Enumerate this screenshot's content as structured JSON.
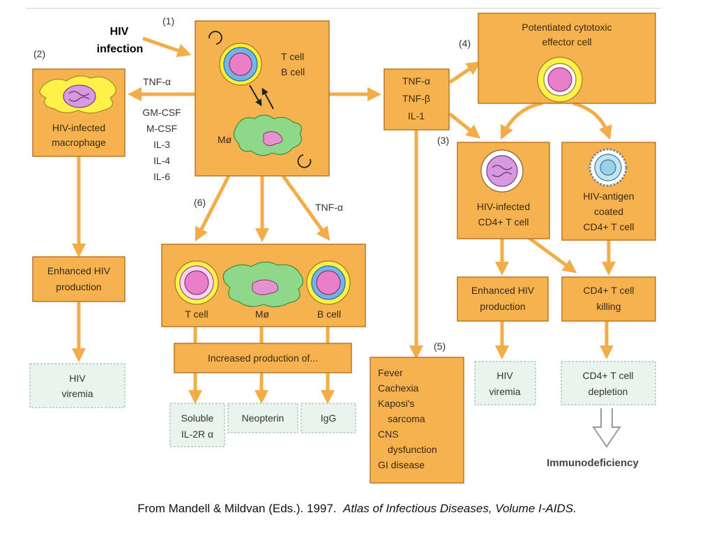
{
  "label_hiv_infection_1": "HIV",
  "label_hiv_infection_2": "infection",
  "step1": "(1)",
  "step2": "(2)",
  "step3": "(3)",
  "step4": "(4)",
  "step5": "(5)",
  "step6": "(6)",
  "center_box": {
    "tcell": "T cell",
    "bcell": "B cell",
    "macrophage": "Mø"
  },
  "tnf_alpha": "TNF-α",
  "cytokines_left": [
    "GM-CSF",
    "M-CSF",
    "IL-3",
    "IL-4",
    "IL-6"
  ],
  "macrophage_box": [
    "HIV-infected",
    "macrophage"
  ],
  "enhanced_left": [
    "Enhanced HIV",
    "production"
  ],
  "viremia_left": [
    "HIV",
    "viremia"
  ],
  "cytokine_box": [
    "TNF-α",
    "TNF-β",
    "IL-1"
  ],
  "cytotoxic_box": [
    "Potentiated cytotoxic",
    "effector cell"
  ],
  "infected_cd4": [
    "HIV-infected",
    "CD4+ T cell"
  ],
  "antigen_cd4": [
    "HIV-antigen",
    "coated",
    "CD4+ T cell"
  ],
  "enhanced_right": [
    "Enhanced HIV",
    "production"
  ],
  "killing": [
    "CD4+ T cell",
    "killing"
  ],
  "viremia_right": [
    "HIV",
    "viremia"
  ],
  "depletion": [
    "CD4+ T cell",
    "depletion"
  ],
  "immunodeficiency": "Immunodeficiency",
  "tnf_alpha_lower": "TNF-α",
  "lower_box": {
    "tcell": "T cell",
    "macrophage": "Mø",
    "bcell": "B cell"
  },
  "increased": "Increased production of...",
  "soluble": [
    "Soluble",
    "IL-2R α"
  ],
  "neopterin": "Neopterin",
  "igg": "IgG",
  "symptoms": [
    "Fever",
    "Cachexia",
    "Kaposi's",
    "sarcoma",
    "CNS",
    "dysfunction",
    "GI disease"
  ],
  "caption_plain": "From Mandell & Mildvan (Eds.). 1997.",
  "caption_italic": "Atlas of Infectious Diseases, Volume I-AIDS."
}
